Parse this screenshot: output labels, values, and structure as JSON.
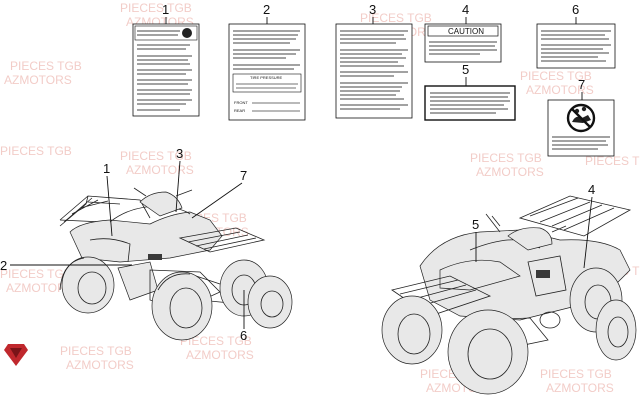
{
  "watermark": {
    "line1": "PIECES TGB",
    "line2": "AZMOTORS"
  },
  "labels": [
    {
      "id": "1",
      "heading": ""
    },
    {
      "id": "2",
      "heading": ""
    },
    {
      "id": "3",
      "heading": ""
    },
    {
      "id": "4",
      "heading": "CAUTION"
    },
    {
      "id": "5",
      "heading": ""
    },
    {
      "id": "6",
      "heading": ""
    },
    {
      "id": "7",
      "heading": ""
    }
  ],
  "label2_table": {
    "title": "TIRE PRESSURE",
    "front_caption": "FRONT",
    "rear_caption": "REAR"
  },
  "callouts_left": [
    "1",
    "2",
    "3",
    "6",
    "7"
  ],
  "callouts_right": [
    "4",
    "5"
  ],
  "colors": {
    "ink": "#111111",
    "watermark": "#e8a39b",
    "logo": "#c0282d"
  }
}
